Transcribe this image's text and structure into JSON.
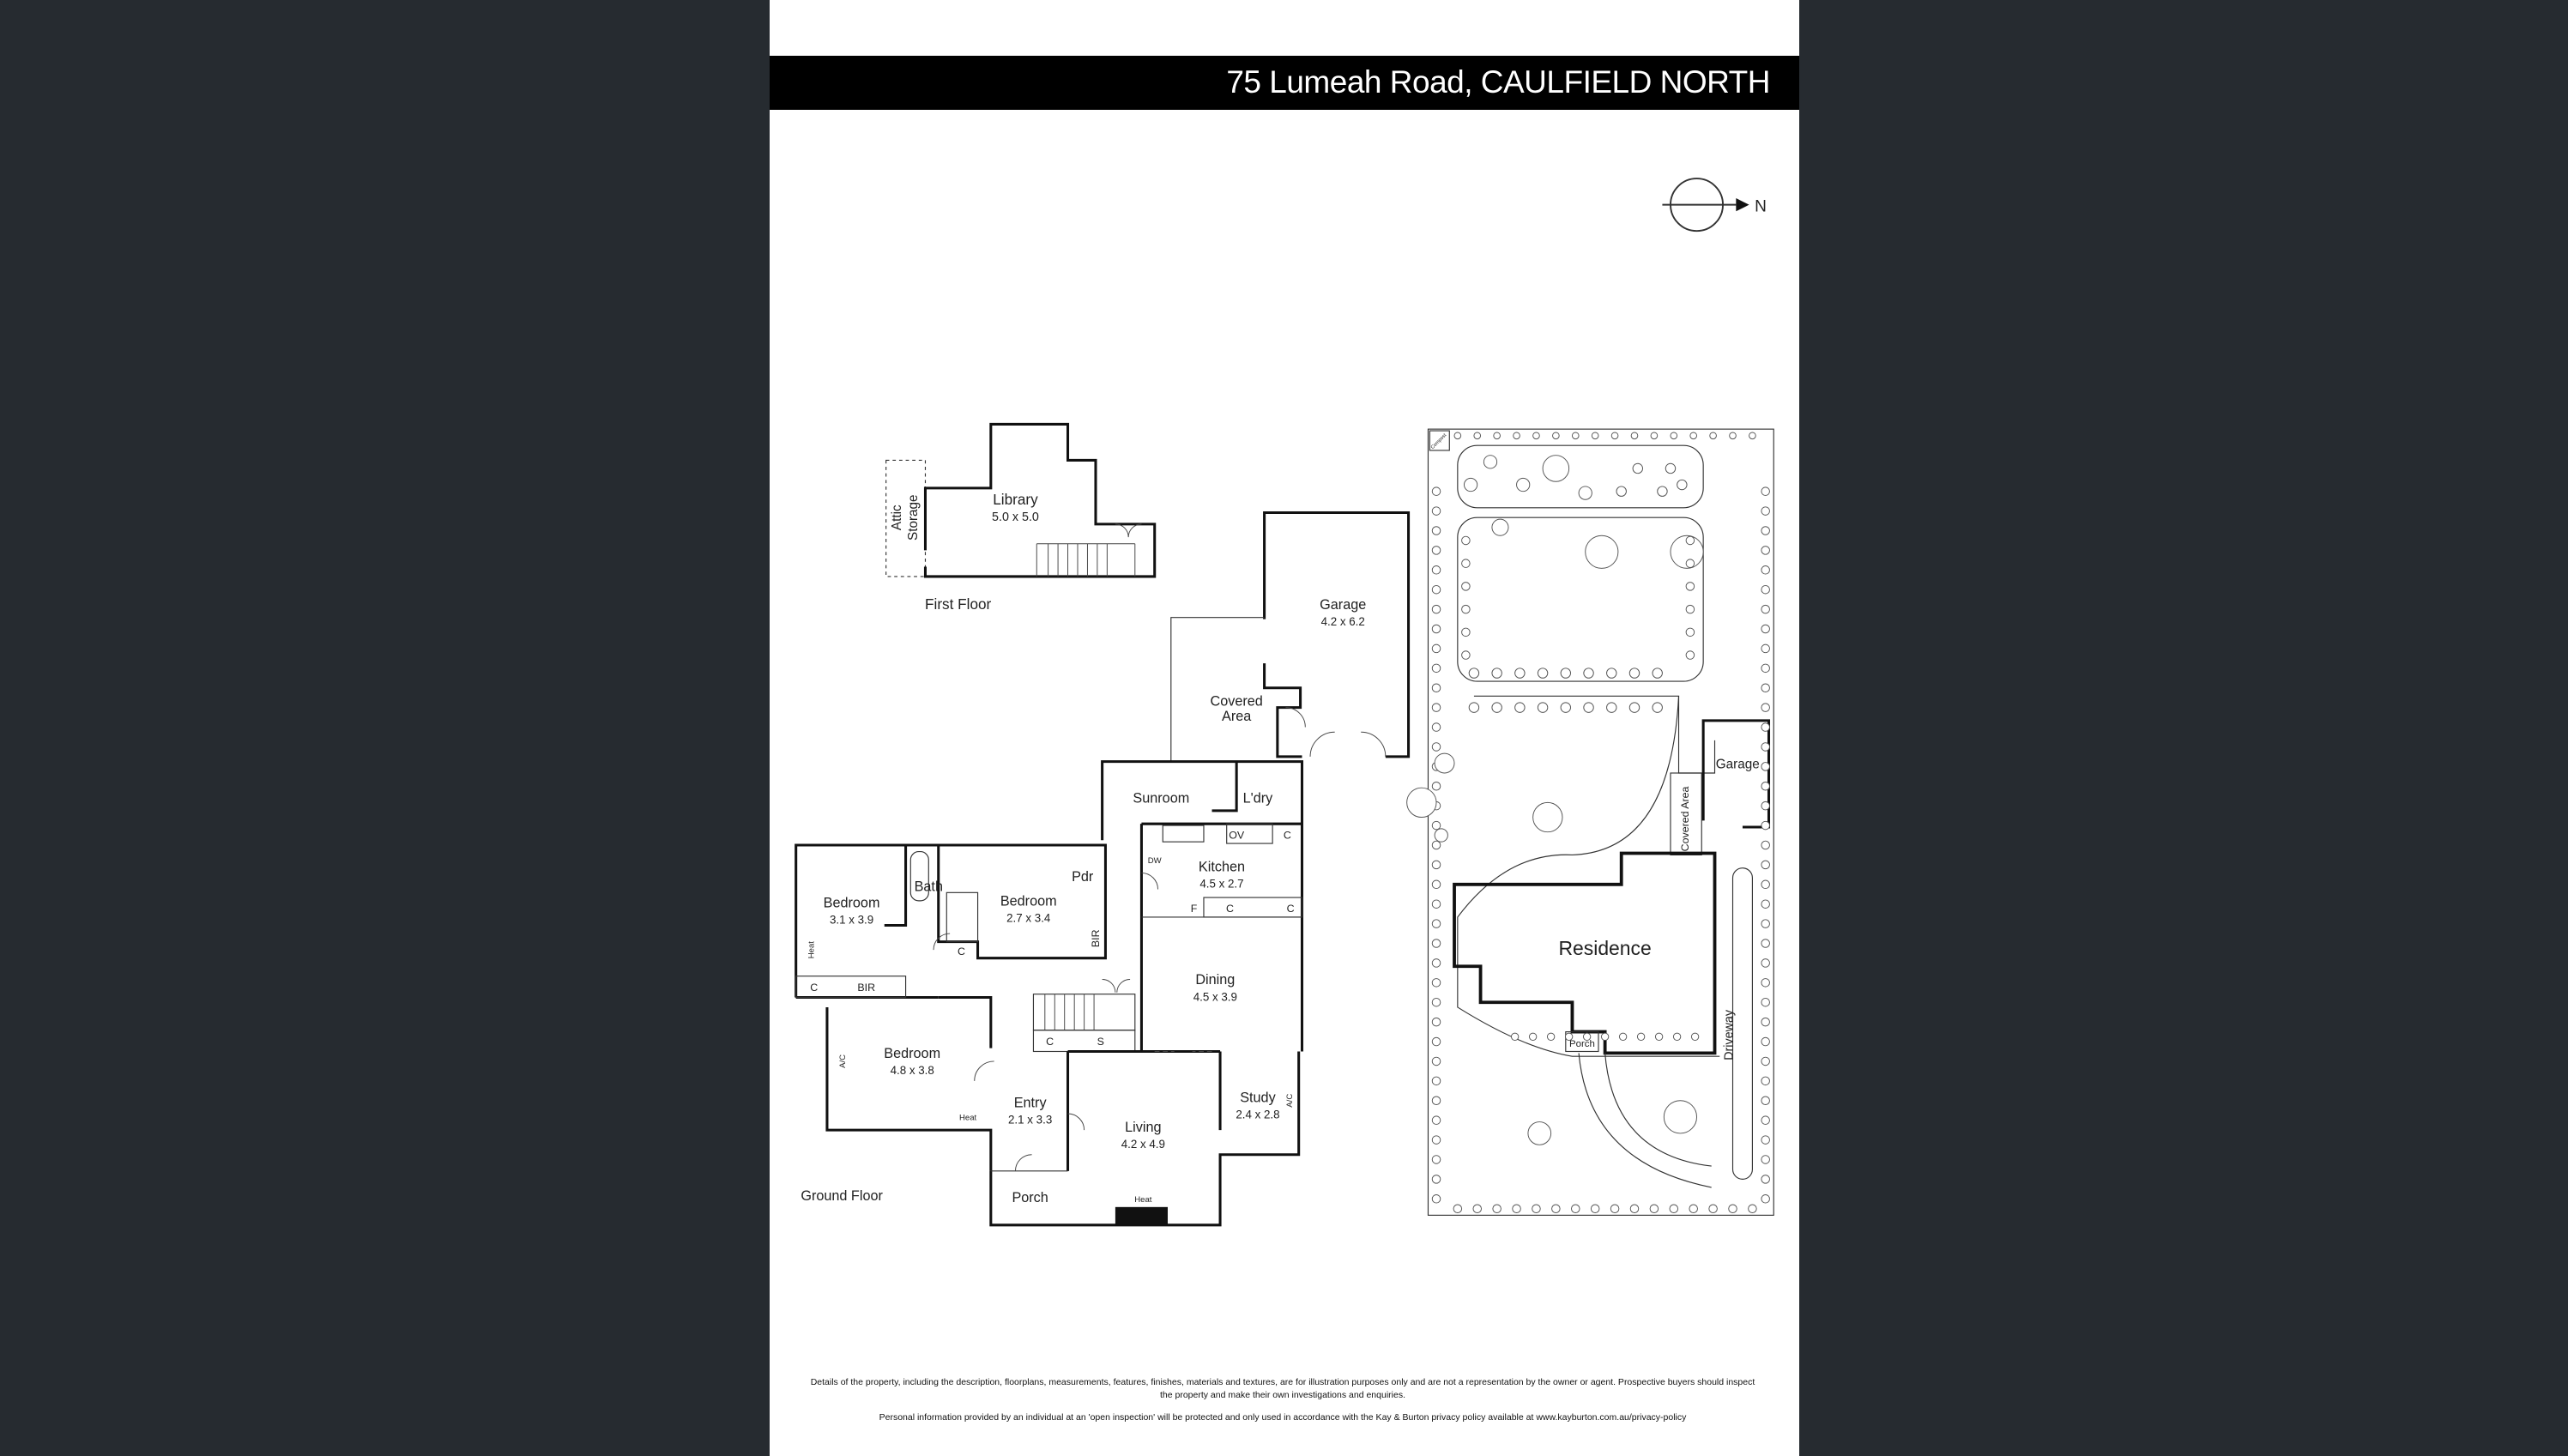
{
  "header": {
    "title": "75 Lumeah Road, CAULFIELD NORTH"
  },
  "compass": {
    "label": "N"
  },
  "first_floor": {
    "label": "First Floor",
    "rooms": [
      {
        "name": "Library",
        "size": "5.0 x 5.0"
      },
      {
        "name": "Attic",
        "size": "Storage"
      }
    ]
  },
  "ground_floor": {
    "label": "Ground Floor",
    "rooms": [
      {
        "name": "Garage",
        "size": "4.2 x 6.2"
      },
      {
        "name": "Covered",
        "size": "Area"
      },
      {
        "name": "Sunroom",
        "size": ""
      },
      {
        "name": "L'dry",
        "size": ""
      },
      {
        "name": "Kitchen",
        "size": "4.5 x 2.7"
      },
      {
        "name": "Dining",
        "size": "4.5 x 3.9"
      },
      {
        "name": "Bedroom",
        "size": "3.1 x 3.9"
      },
      {
        "name": "Bath",
        "size": ""
      },
      {
        "name": "Bedroom",
        "size": "2.7 x 3.4"
      },
      {
        "name": "Pdr",
        "size": ""
      },
      {
        "name": "Bedroom",
        "size": "4.8 x 3.8"
      },
      {
        "name": "Entry",
        "size": "2.1 x 3.3"
      },
      {
        "name": "Living",
        "size": "4.2 x 4.9"
      },
      {
        "name": "Study",
        "size": "2.4 x 2.8"
      },
      {
        "name": "Porch",
        "size": ""
      }
    ],
    "fixtures": {
      "c": "C",
      "bir": "BIR",
      "s": "S",
      "ov": "OV",
      "dw": "DW",
      "f": "F",
      "heat": "Heat",
      "ac": "A/C"
    }
  },
  "site": {
    "residence": "Residence",
    "garage": "Garage",
    "covered_area": "Covered Area",
    "porch": "Porch",
    "driveway": "Driveway",
    "compost": "Compost"
  },
  "footer": {
    "disclaimer": "Details of the property, including the description, floorplans, measurements, features, finishes, materials and textures, are for illustration purposes only and are not a representation by the owner or agent.  Prospective buyers should inspect the property and make their own investigations and enquiries.",
    "privacy": "Personal information provided by an individual at an 'open inspection' will be protected and only used in accordance with the Kay & Burton privacy policy available at www.kayburton.com.au/privacy-policy"
  }
}
